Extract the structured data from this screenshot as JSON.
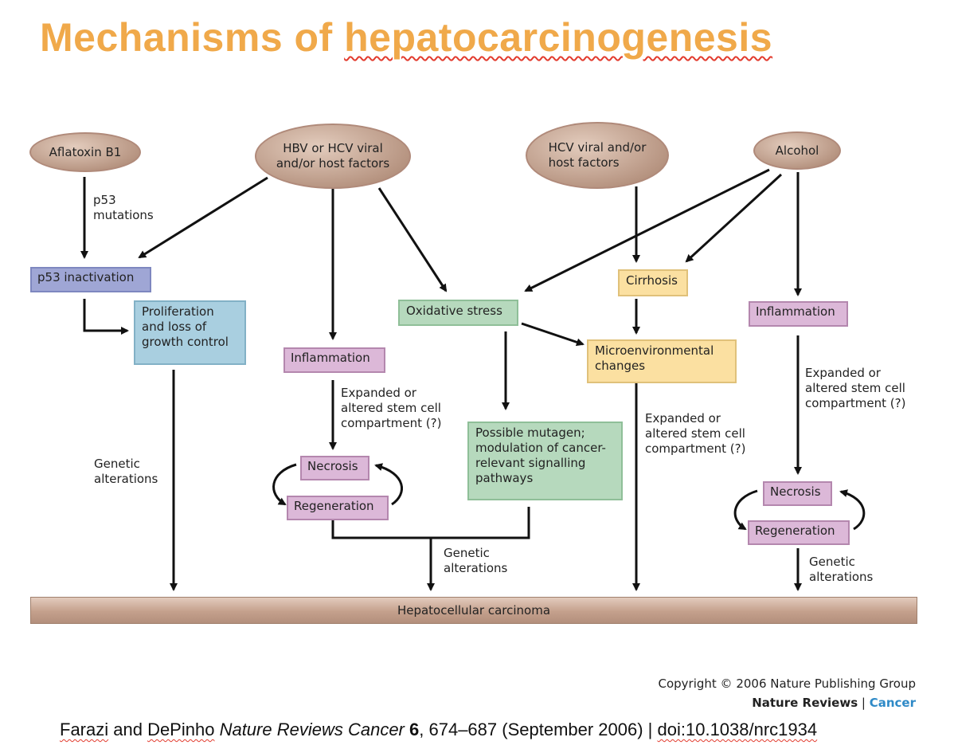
{
  "title": {
    "part1": "Mechanisms of ",
    "part2": "hepatocarcinogenesis"
  },
  "ovals": {
    "aflatoxin": "Aflatoxin B1",
    "hbv_hcv": "HBV or HCV viral\nand/or host factors",
    "hcv": "HCV viral and/or\nhost factors",
    "alcohol": "Alcohol"
  },
  "boxes": {
    "p53_inactivation": "p53 inactivation",
    "proliferation": "Proliferation\nand loss of\ngrowth control",
    "inflammation_mid": "Inflammation",
    "necrosis_mid": "Necrosis",
    "regeneration_mid": "Regeneration",
    "oxidative_stress": "Oxidative stress",
    "possible_mutagen": "Possible mutagen;\nmodulation of cancer-\nrelevant signalling\npathways",
    "cirrhosis": "Cirrhosis",
    "microenvironmental": "Microenvironmental\nchanges",
    "inflammation_right": "Inflammation",
    "necrosis_right": "Necrosis",
    "regeneration_right": "Regeneration",
    "hcc": "Hepatocellular carcinoma"
  },
  "labels": {
    "p53_mutations": "p53\nmutations",
    "genetic_left": "Genetic\nalterations",
    "expanded_mid": "Expanded or\naltered stem cell\ncompartment (?)",
    "genetic_mid": "Genetic\nalterations",
    "expanded_center": "Expanded or\naltered stem cell\ncompartment (?)",
    "expanded_right": "Expanded or\naltered stem cell\ncompartment (?)",
    "genetic_right": "Genetic\nalterations"
  },
  "footer": {
    "copyright": "Copyright © 2006 Nature Publishing Group",
    "journal_nr": "Nature Reviews",
    "journal_sep": " | ",
    "journal_cancer": "Cancer",
    "cite_authors1": "Farazi",
    "cite_and": " and ",
    "cite_authors2": "DePinho",
    "cite_journal": " Nature Reviews Cancer",
    "cite_volume": "6",
    "cite_pages": ", 674–687 (September 2006) | ",
    "cite_doi": "doi:10.1038/nrc1934"
  },
  "colors": {
    "title": "#f0a94a",
    "oval": "#b89683",
    "purple_box": "#dcb8d8",
    "blue_box": "#a9cfe0",
    "green_box": "#b6d9bd",
    "yellow_box": "#fbe0a1",
    "slate_box": "#9fa6d5",
    "cancer_link": "#2f8ac7"
  }
}
